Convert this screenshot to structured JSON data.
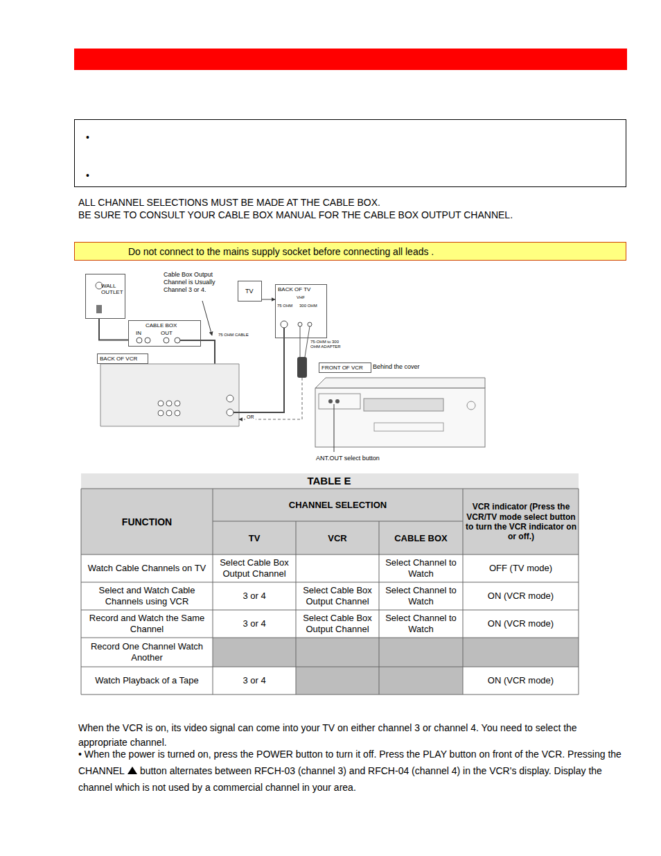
{
  "diagram": {
    "nodes": [
      {
        "text": [
          "WALL OUTLET"
        ]
      },
      {
        "text": [
          "CABLE BOX",
          "IN",
          "OUT"
        ]
      },
      {
        "text": [
          "TV"
        ]
      },
      {
        "text": [
          "BACK OF TV",
          "VHF",
          "75 OHM",
          "300 OHM"
        ]
      },
      {
        "text": [
          "BACK OF VCR"
        ]
      },
      {
        "text": [
          "FRONT OF VCR"
        ]
      },
      {
        "text": [
          "Do not connect to the mains supply socket before connecting all leads ."
        ]
      }
    ],
    "edges": [
      {
        "from": 0,
        "to": 1,
        "arrow": "none"
      },
      {
        "from": 2,
        "to": 3,
        "arrow": "to"
      }
    ],
    "labels": [
      "•",
      "•",
      "ALL CHANNEL SELECTIONS MUST BE MADE AT THE CABLE BOX.",
      "BE SURE TO CONSULT YOUR CABLE BOX MANUAL FOR THE CABLE BOX OUTPUT CHANNEL.",
      "Cable Box Output Channel is Usually Channel 3 or 4.",
      "75 OHM CABLE",
      "75-OHM to 300 OHM ADAPTER",
      "Behind the cover",
      "OR",
      "ANT.OUT select button",
      "TABLE E",
      "FUNCTION",
      "CHANNEL SELECTION",
      "TV",
      "VCR",
      "CABLE BOX",
      "VCR indicator (Press the VCR/TV mode select button to turn the VCR indicator on or off.)",
      "Watch Cable Channels on TV",
      "Select Cable Box Output Channel",
      "Select Channel to Watch",
      "OFF (TV mode)",
      "Select and Watch Cable Channels using VCR",
      "3 or 4",
      "Select Cable Box Output Channel",
      "Select Channel to Watch",
      "ON (VCR mode)",
      "Record and Watch the Same Channel",
      "3 or 4",
      "Select Cable Box Output Channel",
      "Select Channel to Watch",
      "ON (VCR mode)",
      "Record One Channel Watch Another",
      "Watch Playback of a Tape",
      "3 or 4",
      "ON (VCR mode)",
      "When the VCR is on, its video signal can come into your TV on either channel 3 or channel 4. You need to select the appropriate channel.",
      "• When the power is turned on, press the POWER button to turn it off. Press the PLAY button on front of the VCR. Pressing the CHANNEL",
      "button alternates between RFCH-03 (channel 3) and RFCH-04 (channel 4) in the VCR's display.  Display the channel which is not used by a commercial channel in your area."
    ]
  }
}
